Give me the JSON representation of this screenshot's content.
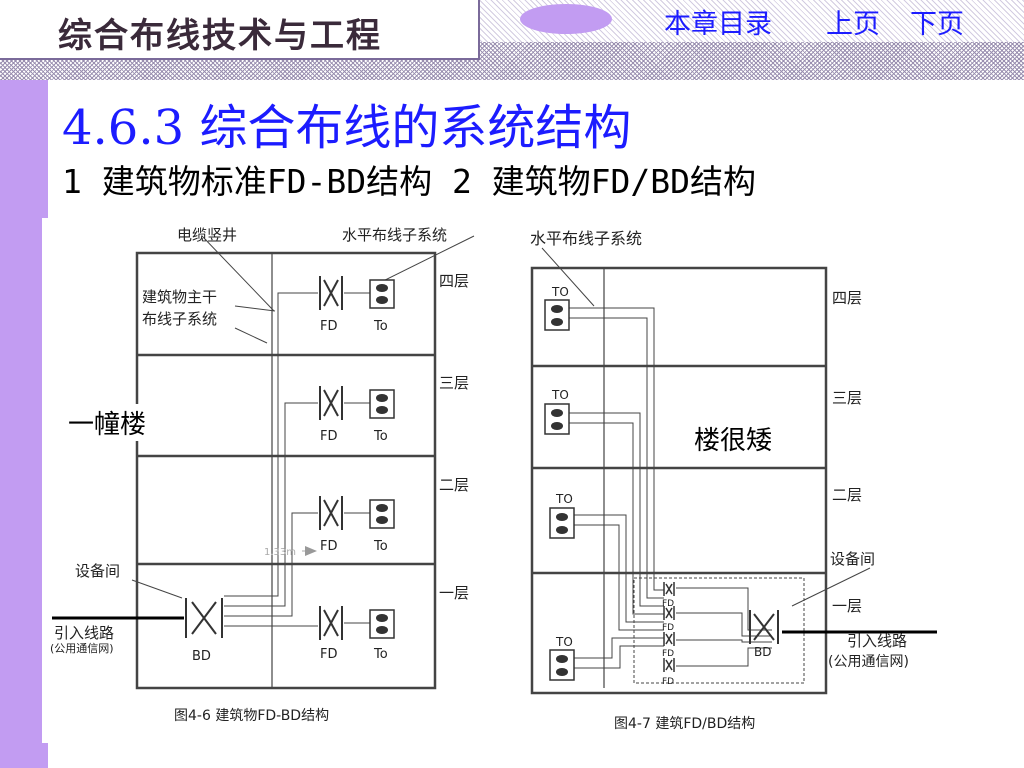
{
  "header": {
    "course_title": "综合布线技术与工程",
    "nav": {
      "toc": "本章目录",
      "prev": "上页",
      "next": "下页"
    }
  },
  "section": {
    "title": "4.6.3  综合布线的系统结构",
    "subtitle": "1 建筑物标准FD-BD结构 2 建筑物FD/BD结构"
  },
  "callouts": {
    "left": "一幢楼",
    "right": "楼很矮"
  },
  "fig1": {
    "label_shaft": "电缆竖井",
    "label_horizontal": "水平布线子系统",
    "label_backbone_1": "建筑物主干",
    "label_backbone_2": "布线子系统",
    "floors": [
      "四层",
      "三层",
      "二层",
      "一层"
    ],
    "fd": "FD",
    "to": "To",
    "bd": "BD",
    "equipment_room": "设备间",
    "incoming": "引入线路",
    "incoming_sub": "(公用通信网)",
    "dimension": "1.33m",
    "caption": "图4-6  建筑物FD-BD结构"
  },
  "fig2": {
    "label_horizontal": "水平布线子系统",
    "floors": [
      "四层",
      "三层",
      "二层",
      "一层"
    ],
    "to": "TO",
    "fd": "FD",
    "bd": "BD",
    "equipment_room": "设备间",
    "incoming": "引入线路",
    "incoming_sub": "(公用通信网)",
    "caption": "图4-7  建筑FD/BD结构"
  }
}
